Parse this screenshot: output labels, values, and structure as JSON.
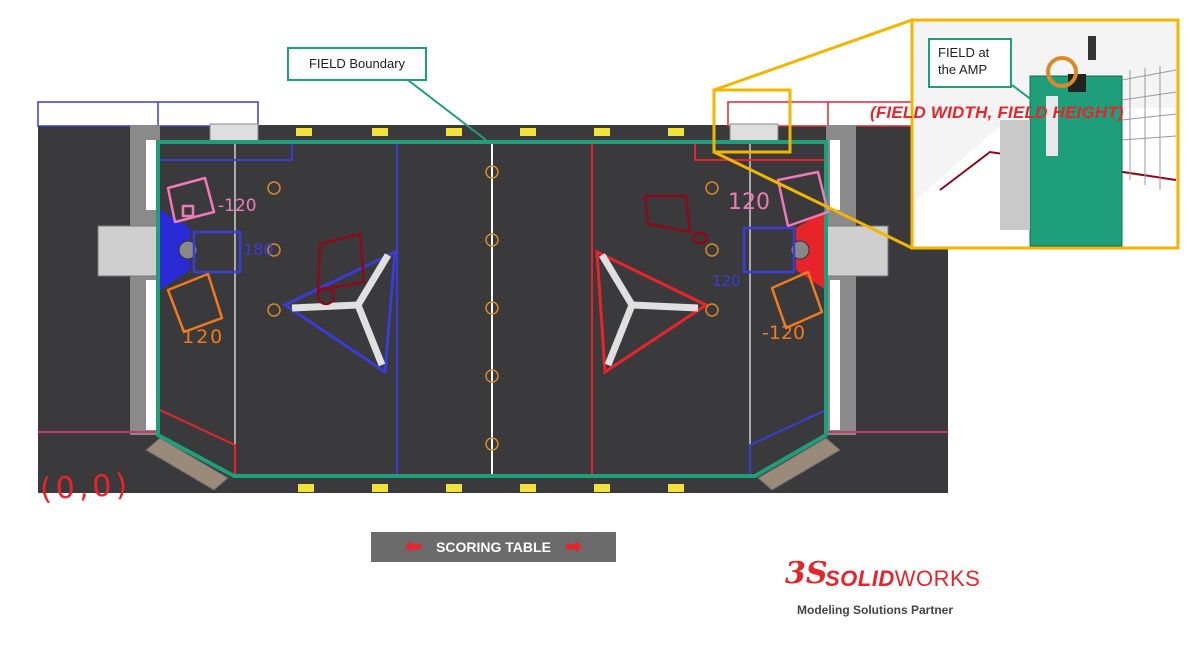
{
  "labels": {
    "field_boundary": "FIELD Boundary",
    "amp_line1": "FIELD at",
    "amp_line2": "the AMP",
    "field_dims": "(FIELD WIDTH, FIELD HEIGHT)",
    "scoring_table": "SCORING TABLE",
    "origin": "(0,0)"
  },
  "annotations": {
    "pink_left": "-120",
    "blue_left": "180",
    "orange_left": "120",
    "pink_right": "120",
    "blue_right": "120",
    "orange_right": "-120"
  },
  "logo": {
    "brand_bold": "SOLID",
    "brand_rest": "WORKS",
    "tagline": "Modeling Solutions Partner"
  },
  "colors": {
    "field_carpet": "#3a3a3c",
    "boundary": "#1f9e7a",
    "callout_frame": "#f2b600",
    "red_alliance": "#e8242b",
    "blue_alliance": "#3b3bd6",
    "pink_note": "#f07ab8",
    "orange_note": "#f07a1e",
    "darkred_note": "#8b0a1a"
  }
}
